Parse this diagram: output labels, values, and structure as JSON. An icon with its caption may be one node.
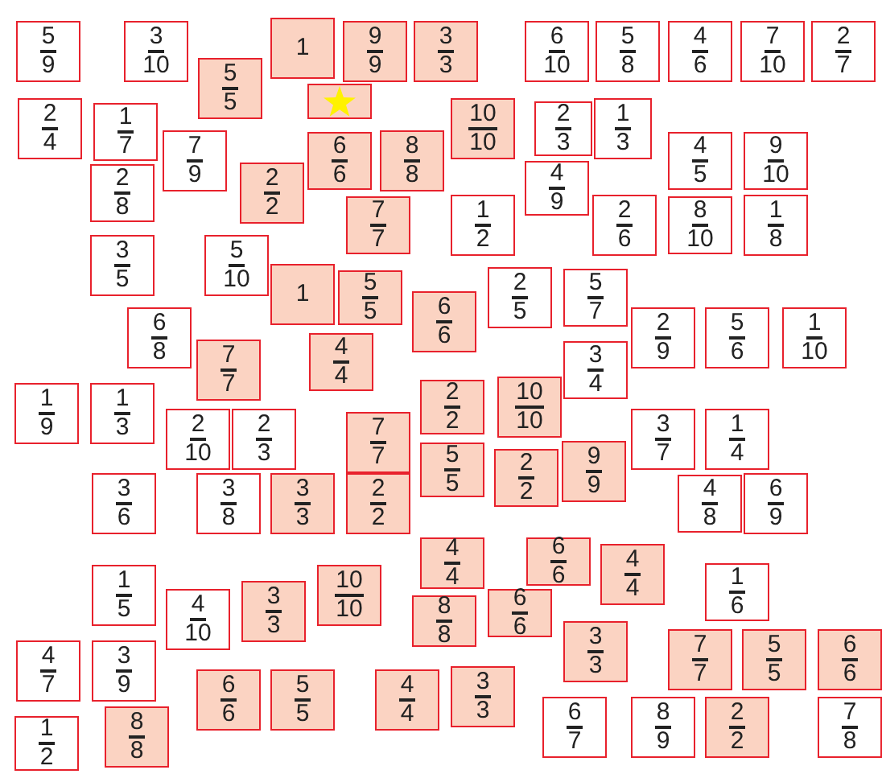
{
  "diagram": {
    "nodes": [
      {
        "text": [
          "5",
          "9"
        ]
      },
      {
        "text": [
          "3",
          "10"
        ]
      },
      {
        "text": [
          "1"
        ]
      },
      {
        "text": [
          "9",
          "9"
        ]
      },
      {
        "text": [
          "3",
          "3"
        ]
      },
      {
        "text": [
          "6",
          "10"
        ]
      },
      {
        "text": [
          "5",
          "8"
        ]
      },
      {
        "text": [
          "4",
          "6"
        ]
      },
      {
        "text": [
          "7",
          "10"
        ]
      },
      {
        "text": [
          "2",
          "7"
        ]
      },
      {
        "text": [
          "5",
          "5"
        ]
      },
      {
        "text": [],
        "shape": "star"
      },
      {
        "text": [
          "2",
          "4"
        ]
      },
      {
        "text": [
          "1",
          "7"
        ]
      },
      {
        "text": [
          "10",
          "10"
        ]
      },
      {
        "text": [
          "2",
          "3"
        ]
      },
      {
        "text": [
          "1",
          "3"
        ]
      },
      {
        "text": [
          "4",
          "5"
        ]
      },
      {
        "text": [
          "9",
          "10"
        ]
      },
      {
        "text": [
          "7",
          "9"
        ]
      },
      {
        "text": [
          "6",
          "6"
        ]
      },
      {
        "text": [
          "8",
          "8"
        ]
      },
      {
        "text": [
          "4",
          "9"
        ]
      },
      {
        "text": [
          "2",
          "8"
        ]
      },
      {
        "text": [
          "2",
          "2"
        ]
      },
      {
        "text": [
          "7",
          "7"
        ]
      },
      {
        "text": [
          "1",
          "2"
        ]
      },
      {
        "text": [
          "2",
          "6"
        ]
      },
      {
        "text": [
          "8",
          "10"
        ]
      },
      {
        "text": [
          "1",
          "8"
        ]
      },
      {
        "text": [
          "3",
          "5"
        ]
      },
      {
        "text": [
          "5",
          "10"
        ]
      },
      {
        "text": [
          "1"
        ]
      },
      {
        "text": [
          "5",
          "5"
        ]
      },
      {
        "text": [
          "2",
          "5"
        ]
      },
      {
        "text": [
          "5",
          "7"
        ]
      },
      {
        "text": [
          "6",
          "6"
        ]
      },
      {
        "text": [
          "6",
          "8"
        ]
      },
      {
        "text": [
          "2",
          "9"
        ]
      },
      {
        "text": [
          "5",
          "6"
        ]
      },
      {
        "text": [
          "1",
          "10"
        ]
      },
      {
        "text": [
          "4",
          "4"
        ]
      },
      {
        "text": [
          "7",
          "7"
        ]
      },
      {
        "text": [
          "3",
          "4"
        ]
      },
      {
        "text": [
          "2",
          "2"
        ]
      },
      {
        "text": [
          "10",
          "10"
        ]
      },
      {
        "text": [
          "1",
          "9"
        ]
      },
      {
        "text": [
          "1",
          "3"
        ]
      },
      {
        "text": [
          "2",
          "10"
        ]
      },
      {
        "text": [
          "2",
          "3"
        ]
      },
      {
        "text": [
          "7",
          "7"
        ]
      },
      {
        "text": [
          "3",
          "7"
        ]
      },
      {
        "text": [
          "1",
          "4"
        ]
      },
      {
        "text": [
          "9",
          "9"
        ]
      },
      {
        "text": [
          "5",
          "5"
        ]
      },
      {
        "text": [
          "2",
          "2"
        ]
      },
      {
        "text": [
          "3",
          "6"
        ]
      },
      {
        "text": [
          "3",
          "8"
        ]
      },
      {
        "text": [
          "3",
          "3"
        ]
      },
      {
        "text": [
          "2",
          "2"
        ]
      },
      {
        "text": [
          "4",
          "8"
        ]
      },
      {
        "text": [
          "6",
          "9"
        ]
      },
      {
        "text": [
          "4",
          "4"
        ]
      },
      {
        "text": [
          "6",
          "6"
        ]
      },
      {
        "text": [
          "4",
          "4"
        ]
      },
      {
        "text": [
          "1",
          "6"
        ]
      },
      {
        "text": [
          "1",
          "5"
        ]
      },
      {
        "text": [
          "10",
          "10"
        ]
      },
      {
        "text": [
          "3",
          "3"
        ]
      },
      {
        "text": [
          "6",
          "6"
        ]
      },
      {
        "text": [
          "4",
          "10"
        ]
      },
      {
        "text": [
          "8",
          "8"
        ]
      },
      {
        "text": [
          "3",
          "3"
        ]
      },
      {
        "text": [
          "7",
          "7"
        ]
      },
      {
        "text": [
          "5",
          "5"
        ]
      },
      {
        "text": [
          "6",
          "6"
        ]
      },
      {
        "text": [
          "4",
          "7"
        ]
      },
      {
        "text": [
          "3",
          "9"
        ]
      },
      {
        "text": [
          "3",
          "3"
        ]
      },
      {
        "text": [
          "6",
          "6"
        ]
      },
      {
        "text": [
          "5",
          "5"
        ]
      },
      {
        "text": [
          "4",
          "4"
        ]
      },
      {
        "text": [
          "6",
          "7"
        ]
      },
      {
        "text": [
          "8",
          "9"
        ]
      },
      {
        "text": [
          "2",
          "2"
        ]
      },
      {
        "text": [
          "7",
          "8"
        ]
      },
      {
        "text": [
          "8",
          "8"
        ]
      },
      {
        "text": [
          "1",
          "2"
        ]
      }
    ]
  }
}
